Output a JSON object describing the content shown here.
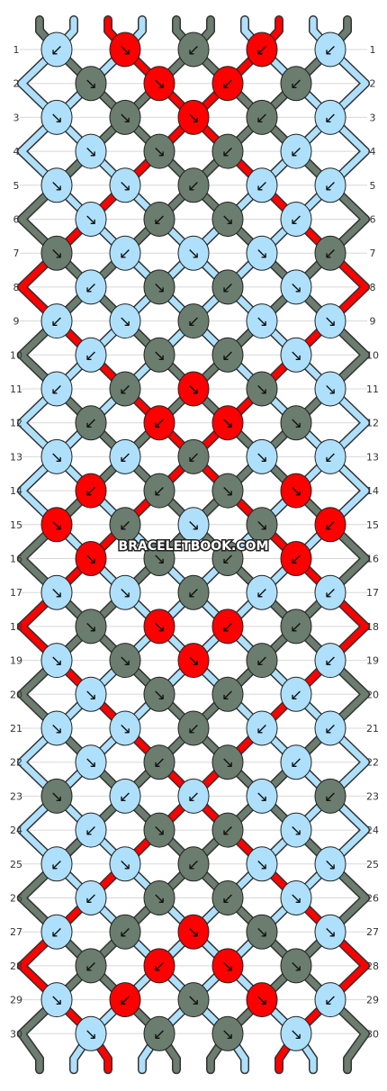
{
  "watermark": "BRACELETBOOK.COM",
  "colors": {
    "A": "#6b7d6e",
    "B": "#aee0fb",
    "C": "#ff0000"
  },
  "top_strands": [
    "A",
    "B",
    "C",
    "B",
    "A",
    "A",
    "B",
    "C",
    "B",
    "A"
  ],
  "bottom_strands": [
    "A",
    "B",
    "C",
    "B",
    "A",
    "A",
    "B",
    "C",
    "B",
    "A"
  ],
  "row_labels": [
    "1",
    "2",
    "3",
    "4",
    "5",
    "6",
    "7",
    "8",
    "9",
    "10",
    "11",
    "12",
    "13",
    "14",
    "15",
    "16",
    "17",
    "18",
    "19",
    "20",
    "21",
    "22",
    "23",
    "24",
    "25",
    "26",
    "27",
    "28",
    "29",
    "30"
  ],
  "knots": [
    [
      {
        "c": "B",
        "d": "↙"
      },
      {
        "c": "C",
        "d": "↘"
      },
      {
        "c": "A",
        "d": "↙"
      },
      {
        "c": "C",
        "d": "↙"
      },
      {
        "c": "B",
        "d": "↙"
      }
    ],
    [
      {
        "c": "A",
        "d": "↘"
      },
      {
        "c": "C",
        "d": "↘"
      },
      {
        "c": "C",
        "d": "↙"
      },
      {
        "c": "A",
        "d": "↙"
      }
    ],
    [
      {
        "c": "B",
        "d": "↘"
      },
      {
        "c": "A",
        "d": "↘"
      },
      {
        "c": "C",
        "d": "↘"
      },
      {
        "c": "A",
        "d": "↙"
      },
      {
        "c": "B",
        "d": "↙"
      }
    ],
    [
      {
        "c": "B",
        "d": "↘"
      },
      {
        "c": "A",
        "d": "↘"
      },
      {
        "c": "A",
        "d": "↙"
      },
      {
        "c": "B",
        "d": "↙"
      }
    ],
    [
      {
        "c": "B",
        "d": "↘"
      },
      {
        "c": "B",
        "d": "↘"
      },
      {
        "c": "A",
        "d": "↙"
      },
      {
        "c": "B",
        "d": "↙"
      },
      {
        "c": "B",
        "d": "↙"
      }
    ],
    [
      {
        "c": "B",
        "d": "↘"
      },
      {
        "c": "A",
        "d": "↙"
      },
      {
        "c": "A",
        "d": "↘"
      },
      {
        "c": "B",
        "d": "↙"
      }
    ],
    [
      {
        "c": "A",
        "d": "↘"
      },
      {
        "c": "B",
        "d": "↙"
      },
      {
        "c": "B",
        "d": "↘"
      },
      {
        "c": "B",
        "d": "↘"
      },
      {
        "c": "A",
        "d": "↙"
      }
    ],
    [
      {
        "c": "B",
        "d": "↙"
      },
      {
        "c": "A",
        "d": "↘"
      },
      {
        "c": "A",
        "d": "↙"
      },
      {
        "c": "B",
        "d": "↘"
      }
    ],
    [
      {
        "c": "B",
        "d": "↙"
      },
      {
        "c": "B",
        "d": "↘"
      },
      {
        "c": "A",
        "d": "↙"
      },
      {
        "c": "B",
        "d": "↘"
      },
      {
        "c": "B",
        "d": "↘"
      }
    ],
    [
      {
        "c": "B",
        "d": "↙"
      },
      {
        "c": "A",
        "d": "↘"
      },
      {
        "c": "A",
        "d": "↙"
      },
      {
        "c": "B",
        "d": "↘"
      }
    ],
    [
      {
        "c": "B",
        "d": "↙"
      },
      {
        "c": "A",
        "d": "↙"
      },
      {
        "c": "C",
        "d": "↘"
      },
      {
        "c": "A",
        "d": "↘"
      },
      {
        "c": "B",
        "d": "↘"
      }
    ],
    [
      {
        "c": "A",
        "d": "↙"
      },
      {
        "c": "C",
        "d": "↙"
      },
      {
        "c": "C",
        "d": "↘"
      },
      {
        "c": "A",
        "d": "↘"
      }
    ],
    [
      {
        "c": "B",
        "d": "↘"
      },
      {
        "c": "B",
        "d": "↙"
      },
      {
        "c": "A",
        "d": "↙"
      },
      {
        "c": "B",
        "d": "↘"
      },
      {
        "c": "B",
        "d": "↙"
      }
    ],
    [
      {
        "c": "C",
        "d": "↙"
      },
      {
        "c": "A",
        "d": "↙"
      },
      {
        "c": "A",
        "d": "↘"
      },
      {
        "c": "C",
        "d": "↘"
      }
    ],
    [
      {
        "c": "C",
        "d": "↘"
      },
      {
        "c": "A",
        "d": "↙"
      },
      {
        "c": "B",
        "d": "↘"
      },
      {
        "c": "A",
        "d": "↘"
      },
      {
        "c": "C",
        "d": "↙"
      }
    ],
    [
      {
        "c": "C",
        "d": "↘"
      },
      {
        "c": "A",
        "d": "↘"
      },
      {
        "c": "A",
        "d": "↙"
      },
      {
        "c": "C",
        "d": "↙"
      }
    ],
    [
      {
        "c": "B",
        "d": "↘"
      },
      {
        "c": "B",
        "d": "↘"
      },
      {
        "c": "A",
        "d": "↙"
      },
      {
        "c": "B",
        "d": "↙"
      },
      {
        "c": "B",
        "d": "↙"
      }
    ],
    [
      {
        "c": "A",
        "d": "↘"
      },
      {
        "c": "C",
        "d": "↘"
      },
      {
        "c": "C",
        "d": "↙"
      },
      {
        "c": "A",
        "d": "↙"
      }
    ],
    [
      {
        "c": "B",
        "d": "↘"
      },
      {
        "c": "A",
        "d": "↘"
      },
      {
        "c": "C",
        "d": "↘"
      },
      {
        "c": "A",
        "d": "↙"
      },
      {
        "c": "B",
        "d": "↙"
      }
    ],
    [
      {
        "c": "B",
        "d": "↘"
      },
      {
        "c": "A",
        "d": "↘"
      },
      {
        "c": "A",
        "d": "↙"
      },
      {
        "c": "B",
        "d": "↙"
      }
    ],
    [
      {
        "c": "B",
        "d": "↘"
      },
      {
        "c": "B",
        "d": "↘"
      },
      {
        "c": "A",
        "d": "↙"
      },
      {
        "c": "B",
        "d": "↙"
      },
      {
        "c": "B",
        "d": "↙"
      }
    ],
    [
      {
        "c": "B",
        "d": "↘"
      },
      {
        "c": "A",
        "d": "↙"
      },
      {
        "c": "A",
        "d": "↘"
      },
      {
        "c": "B",
        "d": "↙"
      }
    ],
    [
      {
        "c": "A",
        "d": "↘"
      },
      {
        "c": "B",
        "d": "↙"
      },
      {
        "c": "B",
        "d": "↙"
      },
      {
        "c": "B",
        "d": "↘"
      },
      {
        "c": "A",
        "d": "↙"
      }
    ],
    [
      {
        "c": "B",
        "d": "↙"
      },
      {
        "c": "A",
        "d": "↘"
      },
      {
        "c": "A",
        "d": "↙"
      },
      {
        "c": "B",
        "d": "↘"
      }
    ],
    [
      {
        "c": "B",
        "d": "↙"
      },
      {
        "c": "B",
        "d": "↘"
      },
      {
        "c": "A",
        "d": "↙"
      },
      {
        "c": "B",
        "d": "↘"
      },
      {
        "c": "B",
        "d": "↘"
      }
    ],
    [
      {
        "c": "B",
        "d": "↙"
      },
      {
        "c": "A",
        "d": "↘"
      },
      {
        "c": "A",
        "d": "↙"
      },
      {
        "c": "B",
        "d": "↘"
      }
    ],
    [
      {
        "c": "B",
        "d": "↙"
      },
      {
        "c": "A",
        "d": "↙"
      },
      {
        "c": "C",
        "d": "↘"
      },
      {
        "c": "A",
        "d": "↘"
      },
      {
        "c": "B",
        "d": "↘"
      }
    ],
    [
      {
        "c": "A",
        "d": "↙"
      },
      {
        "c": "C",
        "d": "↙"
      },
      {
        "c": "C",
        "d": "↘"
      },
      {
        "c": "A",
        "d": "↘"
      }
    ],
    [
      {
        "c": "B",
        "d": "↘"
      },
      {
        "c": "C",
        "d": "↙"
      },
      {
        "c": "A",
        "d": "↘"
      },
      {
        "c": "C",
        "d": "↘"
      },
      {
        "c": "B",
        "d": "↙"
      }
    ],
    [
      {
        "c": "B",
        "d": "↘"
      },
      {
        "c": "A",
        "d": "↙"
      },
      {
        "c": "A",
        "d": "↘"
      },
      {
        "c": "B",
        "d": "↘"
      }
    ]
  ]
}
